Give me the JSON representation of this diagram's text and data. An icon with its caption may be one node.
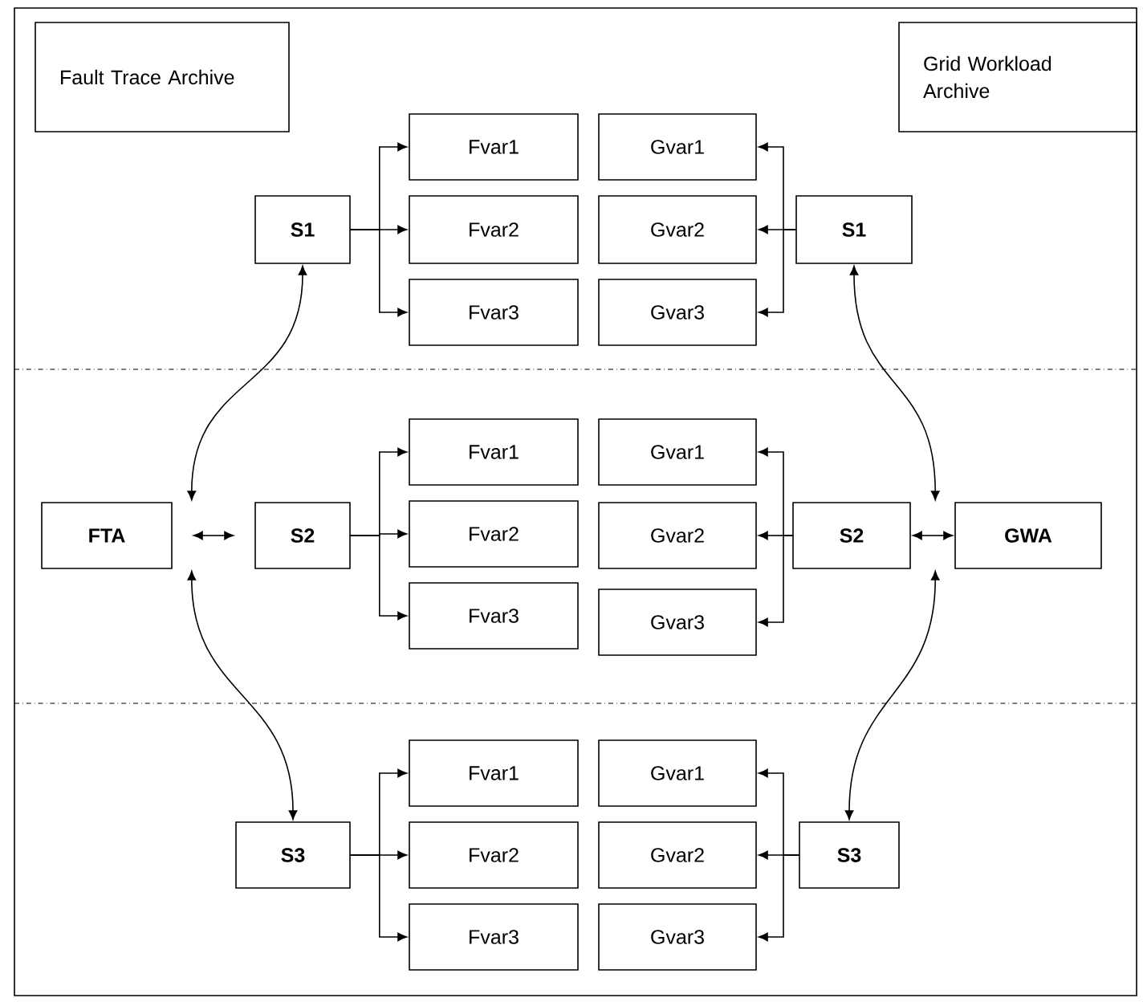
{
  "diagram": {
    "nodes": [
      {
        "text": [
          "Fault Trace Archive"
        ]
      },
      {
        "text": [
          "Grid Workload Archive"
        ]
      },
      {
        "text": [
          "S1"
        ]
      },
      {
        "text": [
          "Fvar1"
        ]
      },
      {
        "text": [
          "Fvar2"
        ]
      },
      {
        "text": [
          "Fvar3"
        ]
      },
      {
        "text": [
          "Gvar1"
        ]
      },
      {
        "text": [
          "Gvar2"
        ]
      },
      {
        "text": [
          "Gvar3"
        ]
      },
      {
        "text": [
          "S1"
        ]
      },
      {
        "text": [
          "FTA"
        ]
      },
      {
        "text": [
          "S2"
        ]
      },
      {
        "text": [
          "Fvar1"
        ]
      },
      {
        "text": [
          "Fvar2"
        ]
      },
      {
        "text": [
          "Fvar3"
        ]
      },
      {
        "text": [
          "Gvar1"
        ]
      },
      {
        "text": [
          "Gvar2"
        ]
      },
      {
        "text": [
          "Gvar3"
        ]
      },
      {
        "text": [
          "S2"
        ]
      },
      {
        "text": [
          "GWA"
        ]
      },
      {
        "text": [
          "S3"
        ]
      },
      {
        "text": [
          "Fvar1"
        ]
      },
      {
        "text": [
          "Fvar2"
        ]
      },
      {
        "text": [
          "Fvar3"
        ]
      },
      {
        "text": [
          "Gvar1"
        ]
      },
      {
        "text": [
          "Gvar2"
        ]
      },
      {
        "text": [
          "Gvar3"
        ]
      },
      {
        "text": [
          "S3"
        ]
      }
    ],
    "edges": [
      {
        "from": 2,
        "to": 3,
        "arrow": "to"
      },
      {
        "from": 2,
        "to": 4,
        "arrow": "to"
      },
      {
        "from": 2,
        "to": 5,
        "arrow": "to"
      },
      {
        "from": 9,
        "to": 6,
        "arrow": "to"
      },
      {
        "from": 9,
        "to": 7,
        "arrow": "to"
      },
      {
        "from": 9,
        "to": 8,
        "arrow": "to"
      },
      {
        "from": 10,
        "to": 2,
        "arrow": "both"
      },
      {
        "from": 19,
        "to": 9,
        "arrow": "both"
      },
      {
        "from": 10,
        "to": 11,
        "arrow": "both"
      },
      {
        "from": 11,
        "to": 12,
        "arrow": "to"
      },
      {
        "from": 11,
        "to": 13,
        "arrow": "to"
      },
      {
        "from": 11,
        "to": 14,
        "arrow": "to"
      },
      {
        "from": 18,
        "to": 15,
        "arrow": "to"
      },
      {
        "from": 18,
        "to": 16,
        "arrow": "to"
      },
      {
        "from": 18,
        "to": 17,
        "arrow": "to"
      },
      {
        "from": 18,
        "to": 19,
        "arrow": "both"
      },
      {
        "from": 10,
        "to": 20,
        "arrow": "both"
      },
      {
        "from": 19,
        "to": 27,
        "arrow": "both"
      },
      {
        "from": 20,
        "to": 21,
        "arrow": "to"
      },
      {
        "from": 20,
        "to": 22,
        "arrow": "to"
      },
      {
        "from": 20,
        "to": 23,
        "arrow": "to"
      },
      {
        "from": 27,
        "to": 24,
        "arrow": "to"
      },
      {
        "from": 27,
        "to": 25,
        "arrow": "to"
      },
      {
        "from": 27,
        "to": 26,
        "arrow": "to"
      }
    ]
  }
}
